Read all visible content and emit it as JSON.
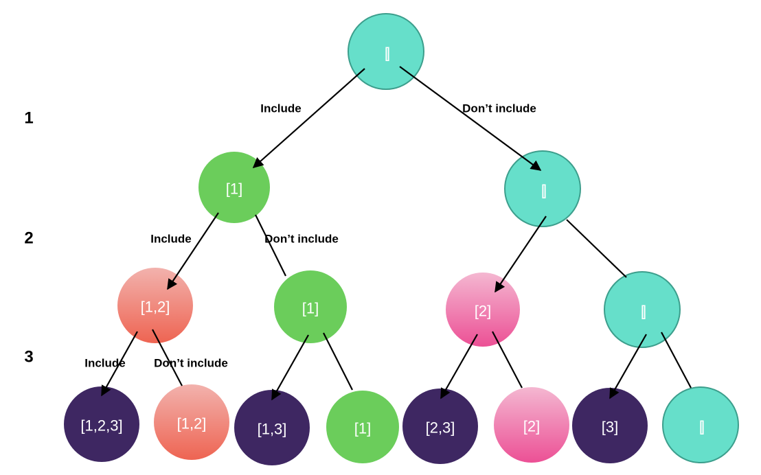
{
  "colors": {
    "empty": "#66dfca",
    "empty_border": "#3c9e8c",
    "one": "#6bcd5b",
    "one_two_top": "#f2b2ad",
    "one_two_bottom": "#ee6452",
    "two_top": "#f4b7d1",
    "two_bottom": "#ec5095",
    "purple": "#3e2762"
  },
  "levels": [
    "1",
    "2",
    "3"
  ],
  "edge_labels": {
    "l1_include": "Include",
    "l1_dont": "Don’t include",
    "l2_include": "Include",
    "l2_dont": "Don’t include",
    "l3_include": "Include",
    "l3_dont": "Don’t include"
  },
  "nodes": {
    "root": "[]",
    "l1_left": "[1]",
    "l1_right": "[]",
    "l2_a": "[1,2]",
    "l2_b": "[1]",
    "l2_c": "[2]",
    "l2_d": "[]",
    "l3_a": "[1,2,3]",
    "l3_b": "[1,2]",
    "l3_c": "[1,3]",
    "l3_d": "[1]",
    "l3_e": "[2,3]",
    "l3_f": "[2]",
    "l3_g": "[3]",
    "l3_h": "[]"
  }
}
